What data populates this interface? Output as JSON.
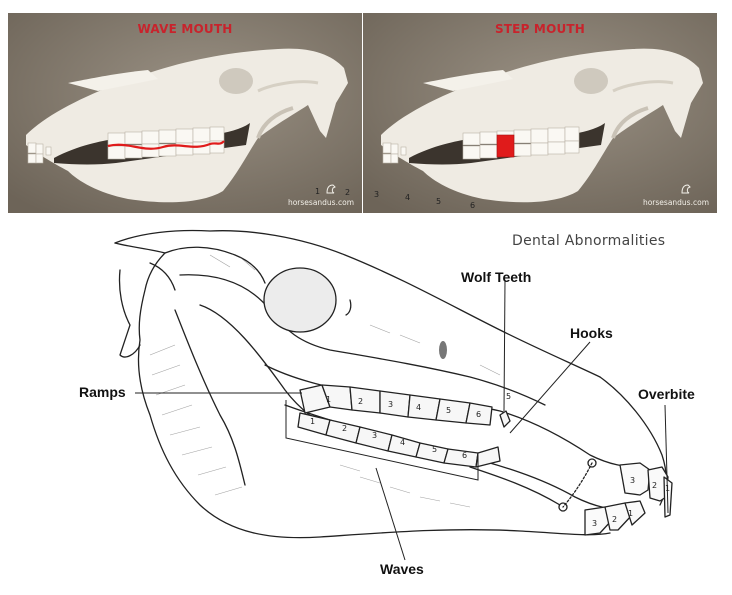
{
  "top_panels": {
    "left": {
      "title": "WAVE MOUTH",
      "watermark": "horsesandus.com"
    },
    "right": {
      "title": "STEP MOUTH",
      "watermark": "horsesandus.com"
    },
    "title_color": "#c8232c",
    "background_color": "#7d7468",
    "skull_color": "#efebe3",
    "highlight_color": "#e01b1b"
  },
  "diagram": {
    "heading": "Dental Abnormalities",
    "labels": {
      "wolf_teeth": "Wolf Teeth",
      "hooks": "Hooks",
      "ramps": "Ramps",
      "overbite": "Overbite",
      "waves": "Waves"
    },
    "upper_tooth_numbers": [
      "6",
      "5",
      "4",
      "3",
      "2",
      "1"
    ],
    "lower_tooth_numbers": [
      "6",
      "5",
      "4",
      "3",
      "2",
      "1"
    ],
    "wolf_tooth_number": "5",
    "upper_incisor_numbers": [
      "3",
      "2",
      "1"
    ],
    "lower_incisor_numbers": [
      "3",
      "2",
      "1"
    ]
  }
}
